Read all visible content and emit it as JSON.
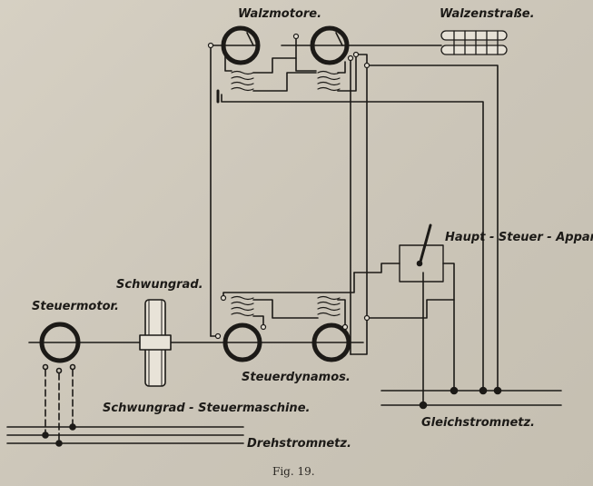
{
  "labels": {
    "walzmotore": "Walzmotore.",
    "walzenstrasse": "Walzenstraße.",
    "haupt_steuer_apparat": "Haupt - Steuer - Apparat.",
    "schwungrad": "Schwungrad.",
    "steuermotor": "Steuermotor.",
    "steuerdynamos": "Steuerdynamos.",
    "schwungrad_steuermaschine": "Schwungrad - Steuermaschine.",
    "drehstromnetz": "Drehstromnetz.",
    "gleichstromnetz": "Gleichstromnetz."
  },
  "caption": "Fig. 19.",
  "colors": {
    "ink": "#1c1a17",
    "paper": "#d1cbbe"
  }
}
